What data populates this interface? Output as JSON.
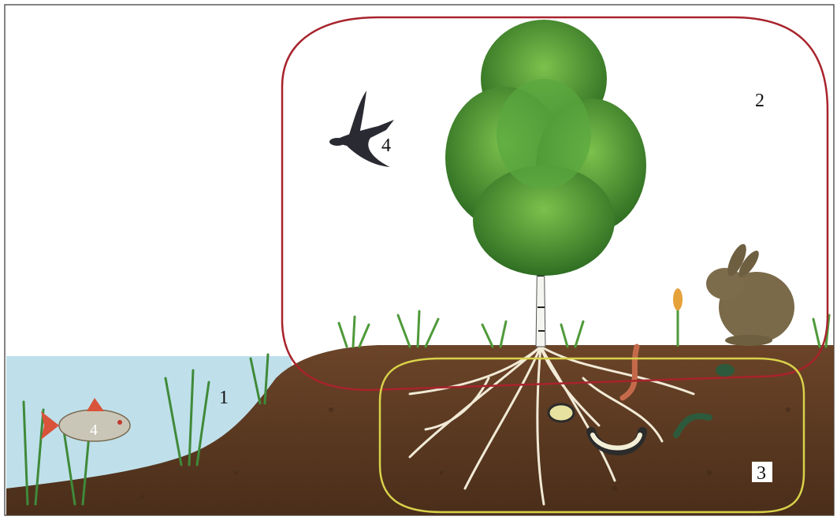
{
  "labels": {
    "water": "1",
    "air": "2",
    "soil": "3",
    "swift": "4",
    "fish": "4"
  },
  "colors": {
    "water": "#bfe0ea",
    "soil": "#5a3a22",
    "air_outline": "#a8232c",
    "soil_outline": "#d8d24a",
    "foliage": "#4f9a3a",
    "roots": "#f1ead6"
  }
}
